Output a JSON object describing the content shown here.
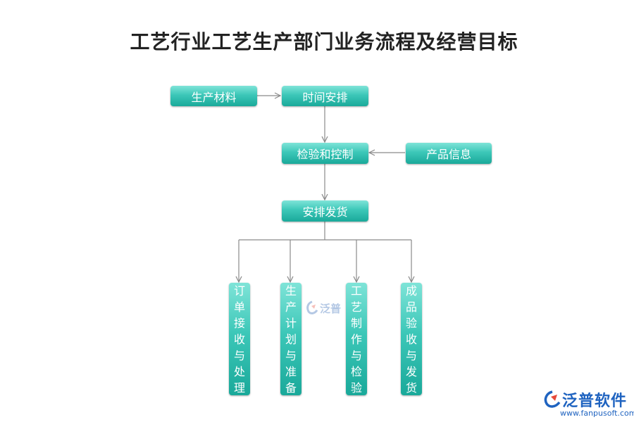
{
  "title": "工艺行业工艺生产部门业务流程及经营目标",
  "nodes": {
    "material": "生产材料",
    "schedule": "时间安排",
    "inspect": "检验和控制",
    "product_info": "产品信息",
    "shipping": "安排发货"
  },
  "branches": [
    "订单接收与处理",
    "生产计划与准备",
    "工艺制作与检验",
    "成品验收与发货"
  ],
  "colors": {
    "node_top": "#7fe4d8",
    "node_bottom": "#1aa99a",
    "arrow": "#888888",
    "brand": "#1f63c0"
  },
  "watermark": {
    "text": "泛普"
  },
  "logo": {
    "text": "泛普软件",
    "url": "www.fanpusoft.com"
  }
}
